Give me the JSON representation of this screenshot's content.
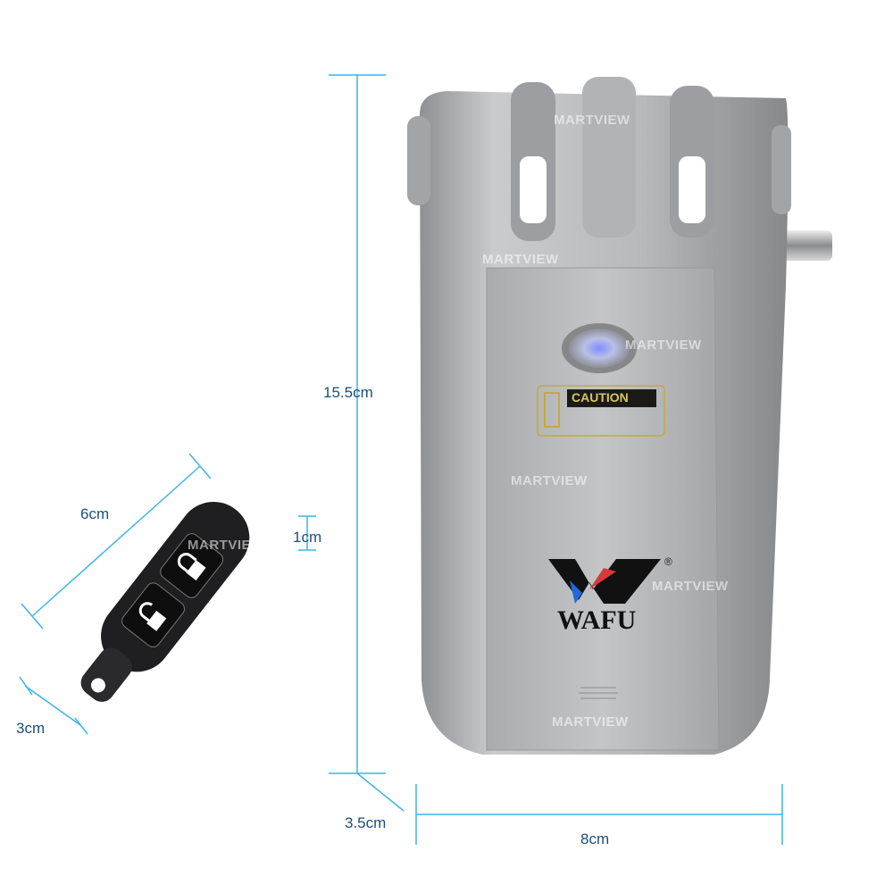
{
  "dimensions": {
    "lock_height": "15.5cm",
    "lock_width": "8cm",
    "lock_depth": "3.5cm",
    "remote_length": "6cm",
    "remote_width": "3cm",
    "remote_thickness": "1cm"
  },
  "lock": {
    "brand": "WAFU",
    "registered_mark": "®",
    "caution_label": "CAUTION"
  },
  "watermark": "MARTVIEW",
  "colors": {
    "dimension_line": "#3cb4e6",
    "lock_body": "#b9bbbd",
    "remote_body": "#222222",
    "led": "#3a4fff"
  }
}
